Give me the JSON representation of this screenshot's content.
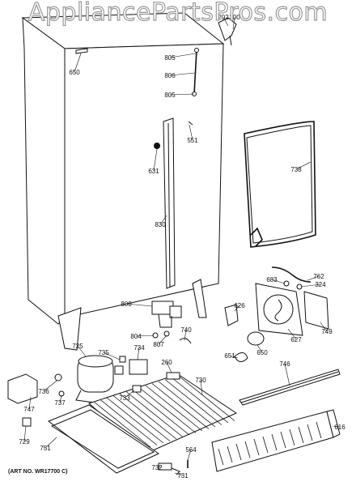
{
  "watermark": "AppliancePartsPros.com",
  "art_number": "(ART NO. WR17700 C)",
  "callouts": [
    "202",
    "200",
    "805",
    "806",
    "805",
    "650",
    "551",
    "631",
    "738",
    "830",
    "762",
    "683",
    "324",
    "626",
    "800",
    "804",
    "807",
    "740",
    "749",
    "627",
    "650",
    "725",
    "735",
    "734",
    "260",
    "651",
    "746",
    "736",
    "737",
    "747",
    "733",
    "730",
    "729",
    "751",
    "616",
    "564",
    "732",
    "731"
  ]
}
